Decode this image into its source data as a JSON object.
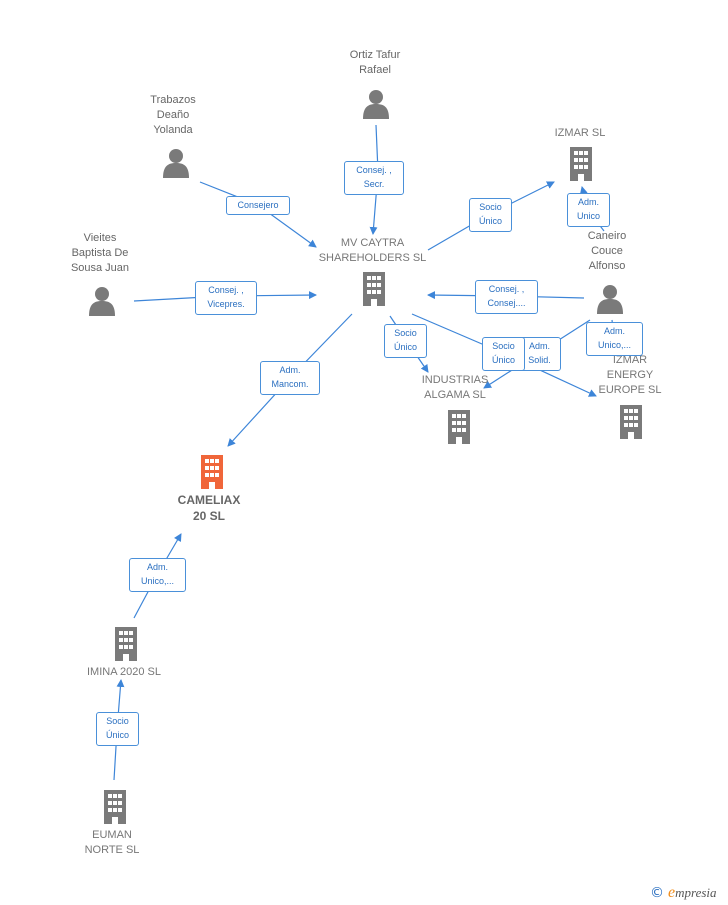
{
  "colors": {
    "edge": "#3d85d8",
    "icon_gray": "#7a7a7a",
    "focus": "#f0663a",
    "label_text": "#666666",
    "badge_text": "#2a6fc0"
  },
  "nodes": {
    "ortiz": {
      "label": "Ortiz Tafur\nRafael",
      "icon": "person-icon"
    },
    "trabazos": {
      "label": "Trabazos\nDeaño\nYolanda",
      "icon": "person-icon"
    },
    "vieites": {
      "label": "Vieites\nBaptista De\nSousa Juan",
      "icon": "person-icon"
    },
    "caneiro": {
      "label": "Caneiro\nCouce\nAlfonso",
      "icon": "person-icon"
    },
    "mv_caytra": {
      "label": "MV CAYTRA\nSHAREHOLDERS SL",
      "icon": "building-icon"
    },
    "izmar": {
      "label": "IZMAR SL",
      "icon": "building-icon"
    },
    "industrias": {
      "label": "INDUSTRIAS\nALGAMA SL",
      "icon": "building-icon"
    },
    "izmar_energy": {
      "label": "IZMAR\nENERGY\nEUROPE  SL",
      "icon": "building-icon"
    },
    "cameliax": {
      "label": "CAMELIAX\n20  SL",
      "icon": "building-icon"
    },
    "imina": {
      "label": "IMINA 2020  SL",
      "icon": "building-icon"
    },
    "euman": {
      "label": "EUMAN\nNORTE  SL",
      "icon": "building-icon"
    }
  },
  "edges": {
    "ortiz_mv": "Consej. ,\nSecr.",
    "trabazos_mv": "Consejero",
    "vieites_mv": "Consej. ,\nVicepres.",
    "mv_izmar": "Socio\nÚnico",
    "caneiro_izmar": "Adm.\nUnico",
    "caneiro_mv": "Consej. ,\nConsej....",
    "caneiro_energy": "Adm.\nUnico,...",
    "mv_industrias": "Socio\nÚnico",
    "mv_energy": "Socio\nÚnico",
    "caneiro_industrias": "Adm.\nSolid.",
    "mv_cameliax": "Adm.\nMancom.",
    "imina_cameliax": "Adm.\nUnico,...",
    "euman_imina": "Socio\nÚnico"
  },
  "brand": {
    "copyright": "©",
    "first_letter": "e",
    "rest": "mpresia"
  }
}
